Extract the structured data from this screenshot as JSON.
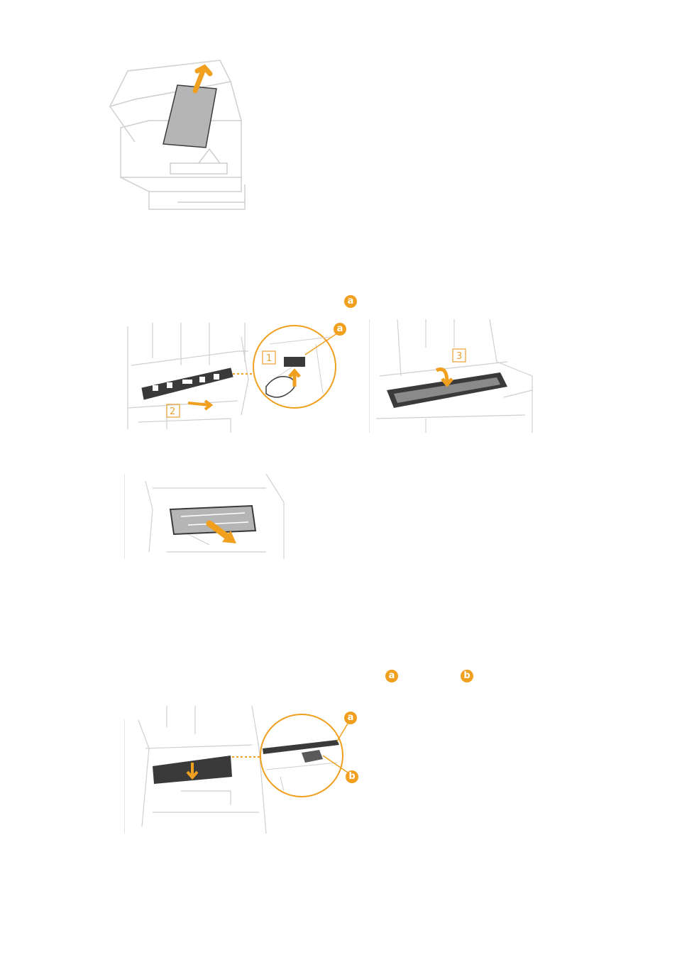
{
  "callouts": {
    "a": "a",
    "b": "b"
  },
  "steps": {
    "s1": "1",
    "s2": "2",
    "s3": "3"
  },
  "colors": {
    "orange": "#f0a01e",
    "line": "#3a3a3a",
    "light": "#cfcfcf"
  }
}
